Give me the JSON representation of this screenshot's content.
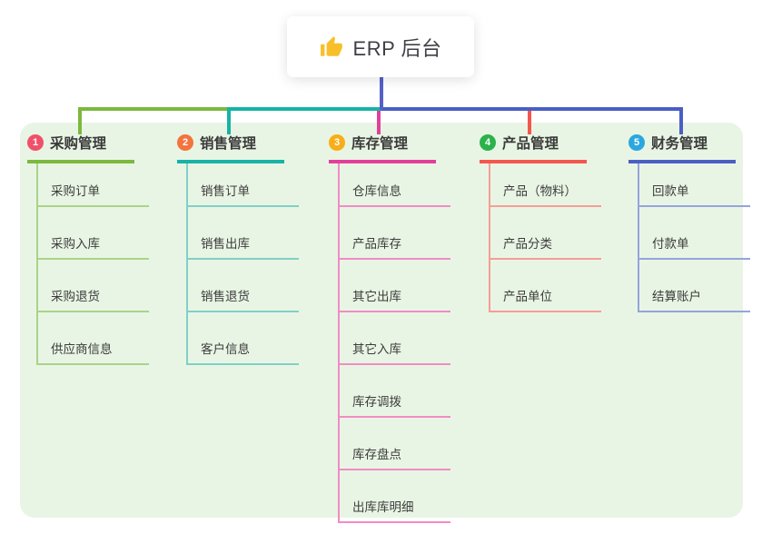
{
  "root": {
    "label": "ERP 后台",
    "icon": "thumbs-up-icon"
  },
  "branches": [
    {
      "index": "1",
      "label": "采购管理",
      "line_color": "#7cb93e",
      "child_line_color": "#a9d488",
      "badge_color": "#f1506a",
      "children": [
        "采购订单",
        "采购入库",
        "采购退货",
        "供应商信息"
      ]
    },
    {
      "index": "2",
      "label": "销售管理",
      "line_color": "#16b3a6",
      "child_line_color": "#7fd0c8",
      "badge_color": "#f4743e",
      "children": [
        "销售订单",
        "销售出库",
        "销售退货",
        "客户信息"
      ]
    },
    {
      "index": "3",
      "label": "库存管理",
      "line_color": "#e23f9c",
      "child_line_color": "#f08cc4",
      "badge_color": "#f8ae19",
      "children": [
        "仓库信息",
        "产品库存",
        "其它出库",
        "其它入库",
        "库存调拨",
        "库存盘点",
        "出库库明细"
      ]
    },
    {
      "index": "4",
      "label": "产品管理",
      "line_color": "#f4564e",
      "child_line_color": "#f59d98",
      "badge_color": "#2bb24c",
      "children": [
        "产品（物料）",
        "产品分类",
        "产品单位"
      ]
    },
    {
      "index": "5",
      "label": "财务管理",
      "line_color": "#4a5fc4",
      "child_line_color": "#94a4dd",
      "badge_color": "#2ba7df",
      "children": [
        "回款单",
        "付款单",
        "结算账户"
      ]
    }
  ],
  "colors": {
    "root_connector": "#5560c8",
    "background_panel": "#e9f5e4",
    "canvas": "#ffffff",
    "thumbs_up_yellow": "#f7c02a"
  }
}
